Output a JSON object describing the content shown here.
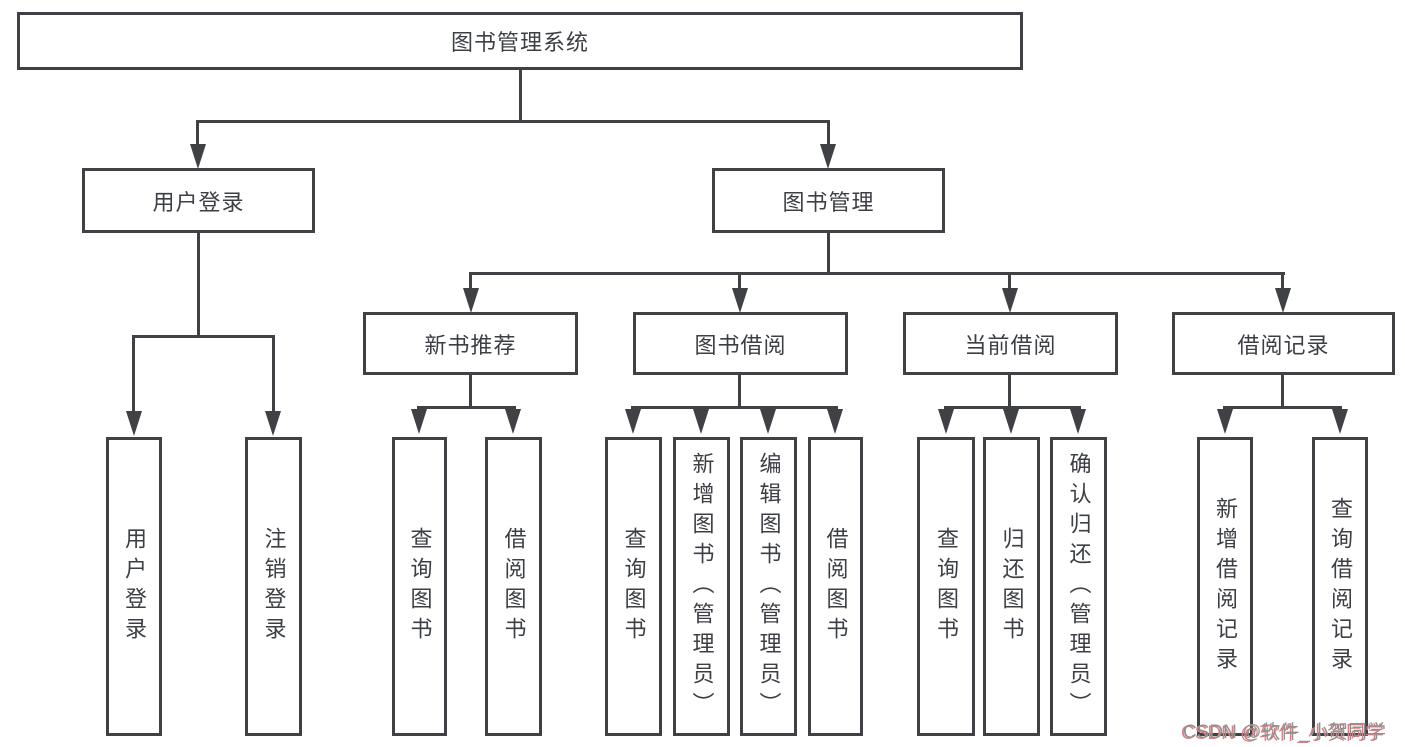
{
  "diagram_title": "图书管理系统",
  "nodes": {
    "root": {
      "label": "图书管理系统"
    },
    "user_login": {
      "label": "用户登录"
    },
    "book_mgmt": {
      "label": "图书管理"
    },
    "new_books": {
      "label": "新书推荐"
    },
    "book_borrow": {
      "label": "图书借阅"
    },
    "current_borrow": {
      "label": "当前借阅"
    },
    "borrow_records": {
      "label": "借阅记录"
    },
    "leaves": {
      "login": {
        "label": "用户登录"
      },
      "logout": {
        "label": "注销登录"
      },
      "nb_query": {
        "label": "查询图书"
      },
      "nb_borrow": {
        "label": "借阅图书"
      },
      "bb_query": {
        "label": "查询图书"
      },
      "bb_add": {
        "label": "新增图书（管理员）"
      },
      "bb_edit": {
        "label": "编辑图书（管理员）"
      },
      "bb_borrow": {
        "label": "借阅图书"
      },
      "cb_query": {
        "label": "查询图书"
      },
      "cb_return": {
        "label": "归还图书"
      },
      "cb_confirm": {
        "label": "确认归还（管理员）"
      },
      "br_add": {
        "label": "新增借阅记录"
      },
      "br_query": {
        "label": "查询借阅记录"
      }
    }
  },
  "watermark": {
    "text": "CSDN @软件_小贺同学"
  },
  "colors": {
    "line": "#3f4145",
    "text": "#3c3f44",
    "background": "#ffffff",
    "watermark_gray": "#90908f",
    "watermark_red": "#d98087"
  }
}
